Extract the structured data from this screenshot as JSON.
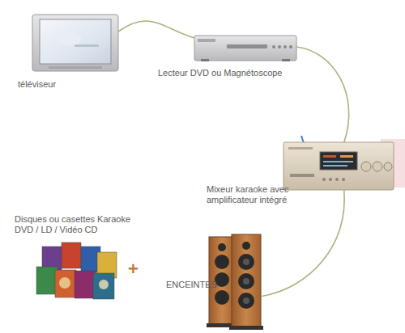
{
  "diagram": {
    "nodes": [
      {
        "text": [
          "téléviseur"
        ]
      },
      {
        "text": [
          "Lecteur DVD ou Magnétoscope"
        ]
      },
      {
        "text": [
          "Mixeur karaoke avec amplificateur intégré"
        ]
      },
      {
        "text": [
          "ENCEINTES"
        ]
      },
      {
        "text": [
          "Disques ou casettes Karaoke DVD / LD / Vidéo CD"
        ]
      }
    ],
    "edges": [
      {
        "from": 0,
        "to": 1,
        "arrow": "none"
      },
      {
        "from": 1,
        "to": 2,
        "arrow": "none"
      },
      {
        "from": 2,
        "to": 3,
        "arrow": "none"
      }
    ],
    "labels": [
      "+"
    ]
  }
}
